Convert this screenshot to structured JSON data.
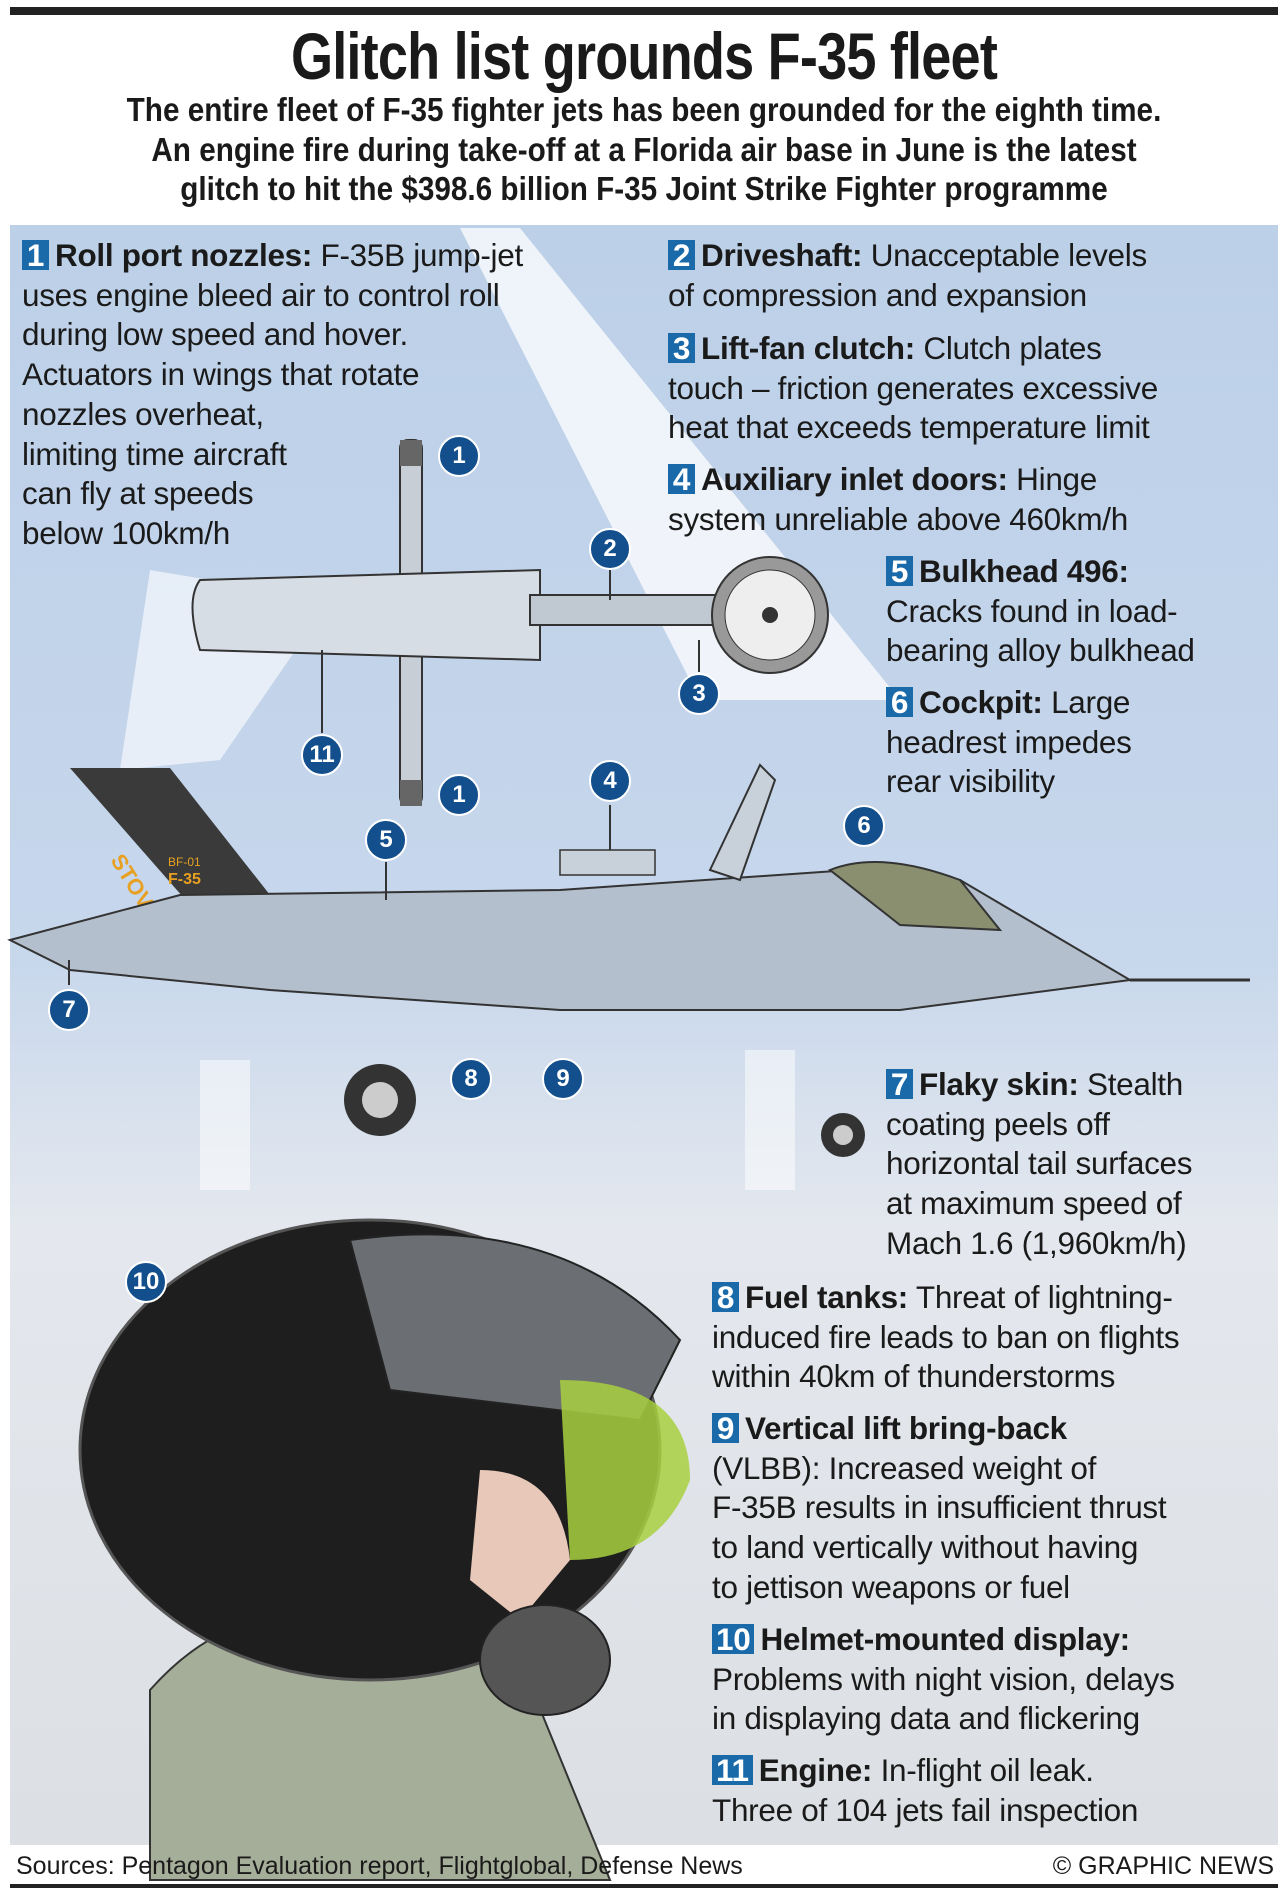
{
  "header": {
    "title": "Glitch list grounds F-35 fleet",
    "subtitle": [
      "The entire fleet of F-35 fighter jets has been grounded for the eighth time.",
      "An engine fire during take-off at a Florida air base in June is the latest",
      "glitch to hit the $398.6 billion F-35 Joint Strike Fighter programme"
    ]
  },
  "items": [
    {
      "n": "1",
      "title": "Roll port nozzles:",
      "lines": [
        "F-35B jump-jet",
        "uses engine bleed air to control roll",
        "during low speed and hover.",
        "Actuators in wings that rotate",
        "nozzles overheat,",
        "limiting time aircraft",
        "can fly at speeds",
        "below 100km/h"
      ]
    },
    {
      "n": "2",
      "title": "Driveshaft:",
      "lines": [
        "Unacceptable levels",
        "of compression and expansion"
      ]
    },
    {
      "n": "3",
      "title": "Lift-fan clutch:",
      "lines": [
        "Clutch plates",
        "touch – friction generates excessive",
        "heat that exceeds temperature limit"
      ]
    },
    {
      "n": "4",
      "title": "Auxiliary inlet doors:",
      "lines": [
        "Hinge",
        "system unreliable above 460km/h"
      ]
    },
    {
      "n": "5",
      "title": "Bulkhead 496:",
      "lines": [
        "",
        "Cracks found in load-",
        "bearing alloy bulkhead"
      ]
    },
    {
      "n": "6",
      "title": "Cockpit:",
      "lines": [
        "Large",
        "headrest impedes",
        "rear visibility"
      ]
    },
    {
      "n": "7",
      "title": "Flaky skin:",
      "lines": [
        "Stealth",
        "coating peels off",
        "horizontal tail surfaces",
        "at maximum speed of",
        "Mach 1.6 (1,960km/h)"
      ]
    },
    {
      "n": "8",
      "title": "Fuel tanks:",
      "lines": [
        "Threat of lightning-",
        "induced fire leads to ban on flights",
        "within 40km of thunderstorms"
      ]
    },
    {
      "n": "9",
      "title": "Vertical lift bring-back",
      "lines": [
        "",
        "(VLBB): Increased weight of",
        "F-35B results in insufficient thrust",
        "to land vertically without having",
        "to jettison weapons or fuel"
      ]
    },
    {
      "n": "10",
      "title": "Helmet-mounted display:",
      "lines": [
        "",
        "Problems with night vision, delays",
        "in displaying data and flickering"
      ]
    },
    {
      "n": "11",
      "title": "Engine:",
      "lines": [
        "In-flight oil leak.",
        "Three of 104 jets fail inspection"
      ]
    }
  ],
  "markers": [
    "1",
    "2",
    "3",
    "11",
    "1",
    "4",
    "5",
    "6",
    "7",
    "8",
    "9",
    "10"
  ],
  "aircraft": {
    "tail_text": "STOVL",
    "tail_code": "BF-01",
    "tail_model": "F-35"
  },
  "footer": {
    "sources": "Sources: Pentagon Evaluation report, Flightglobal, Defense News",
    "credit": "© GRAPHIC NEWS"
  },
  "colors": {
    "badge": "#1a6aaa",
    "marker": "#124f8c",
    "panel": "#bcd0e8"
  }
}
